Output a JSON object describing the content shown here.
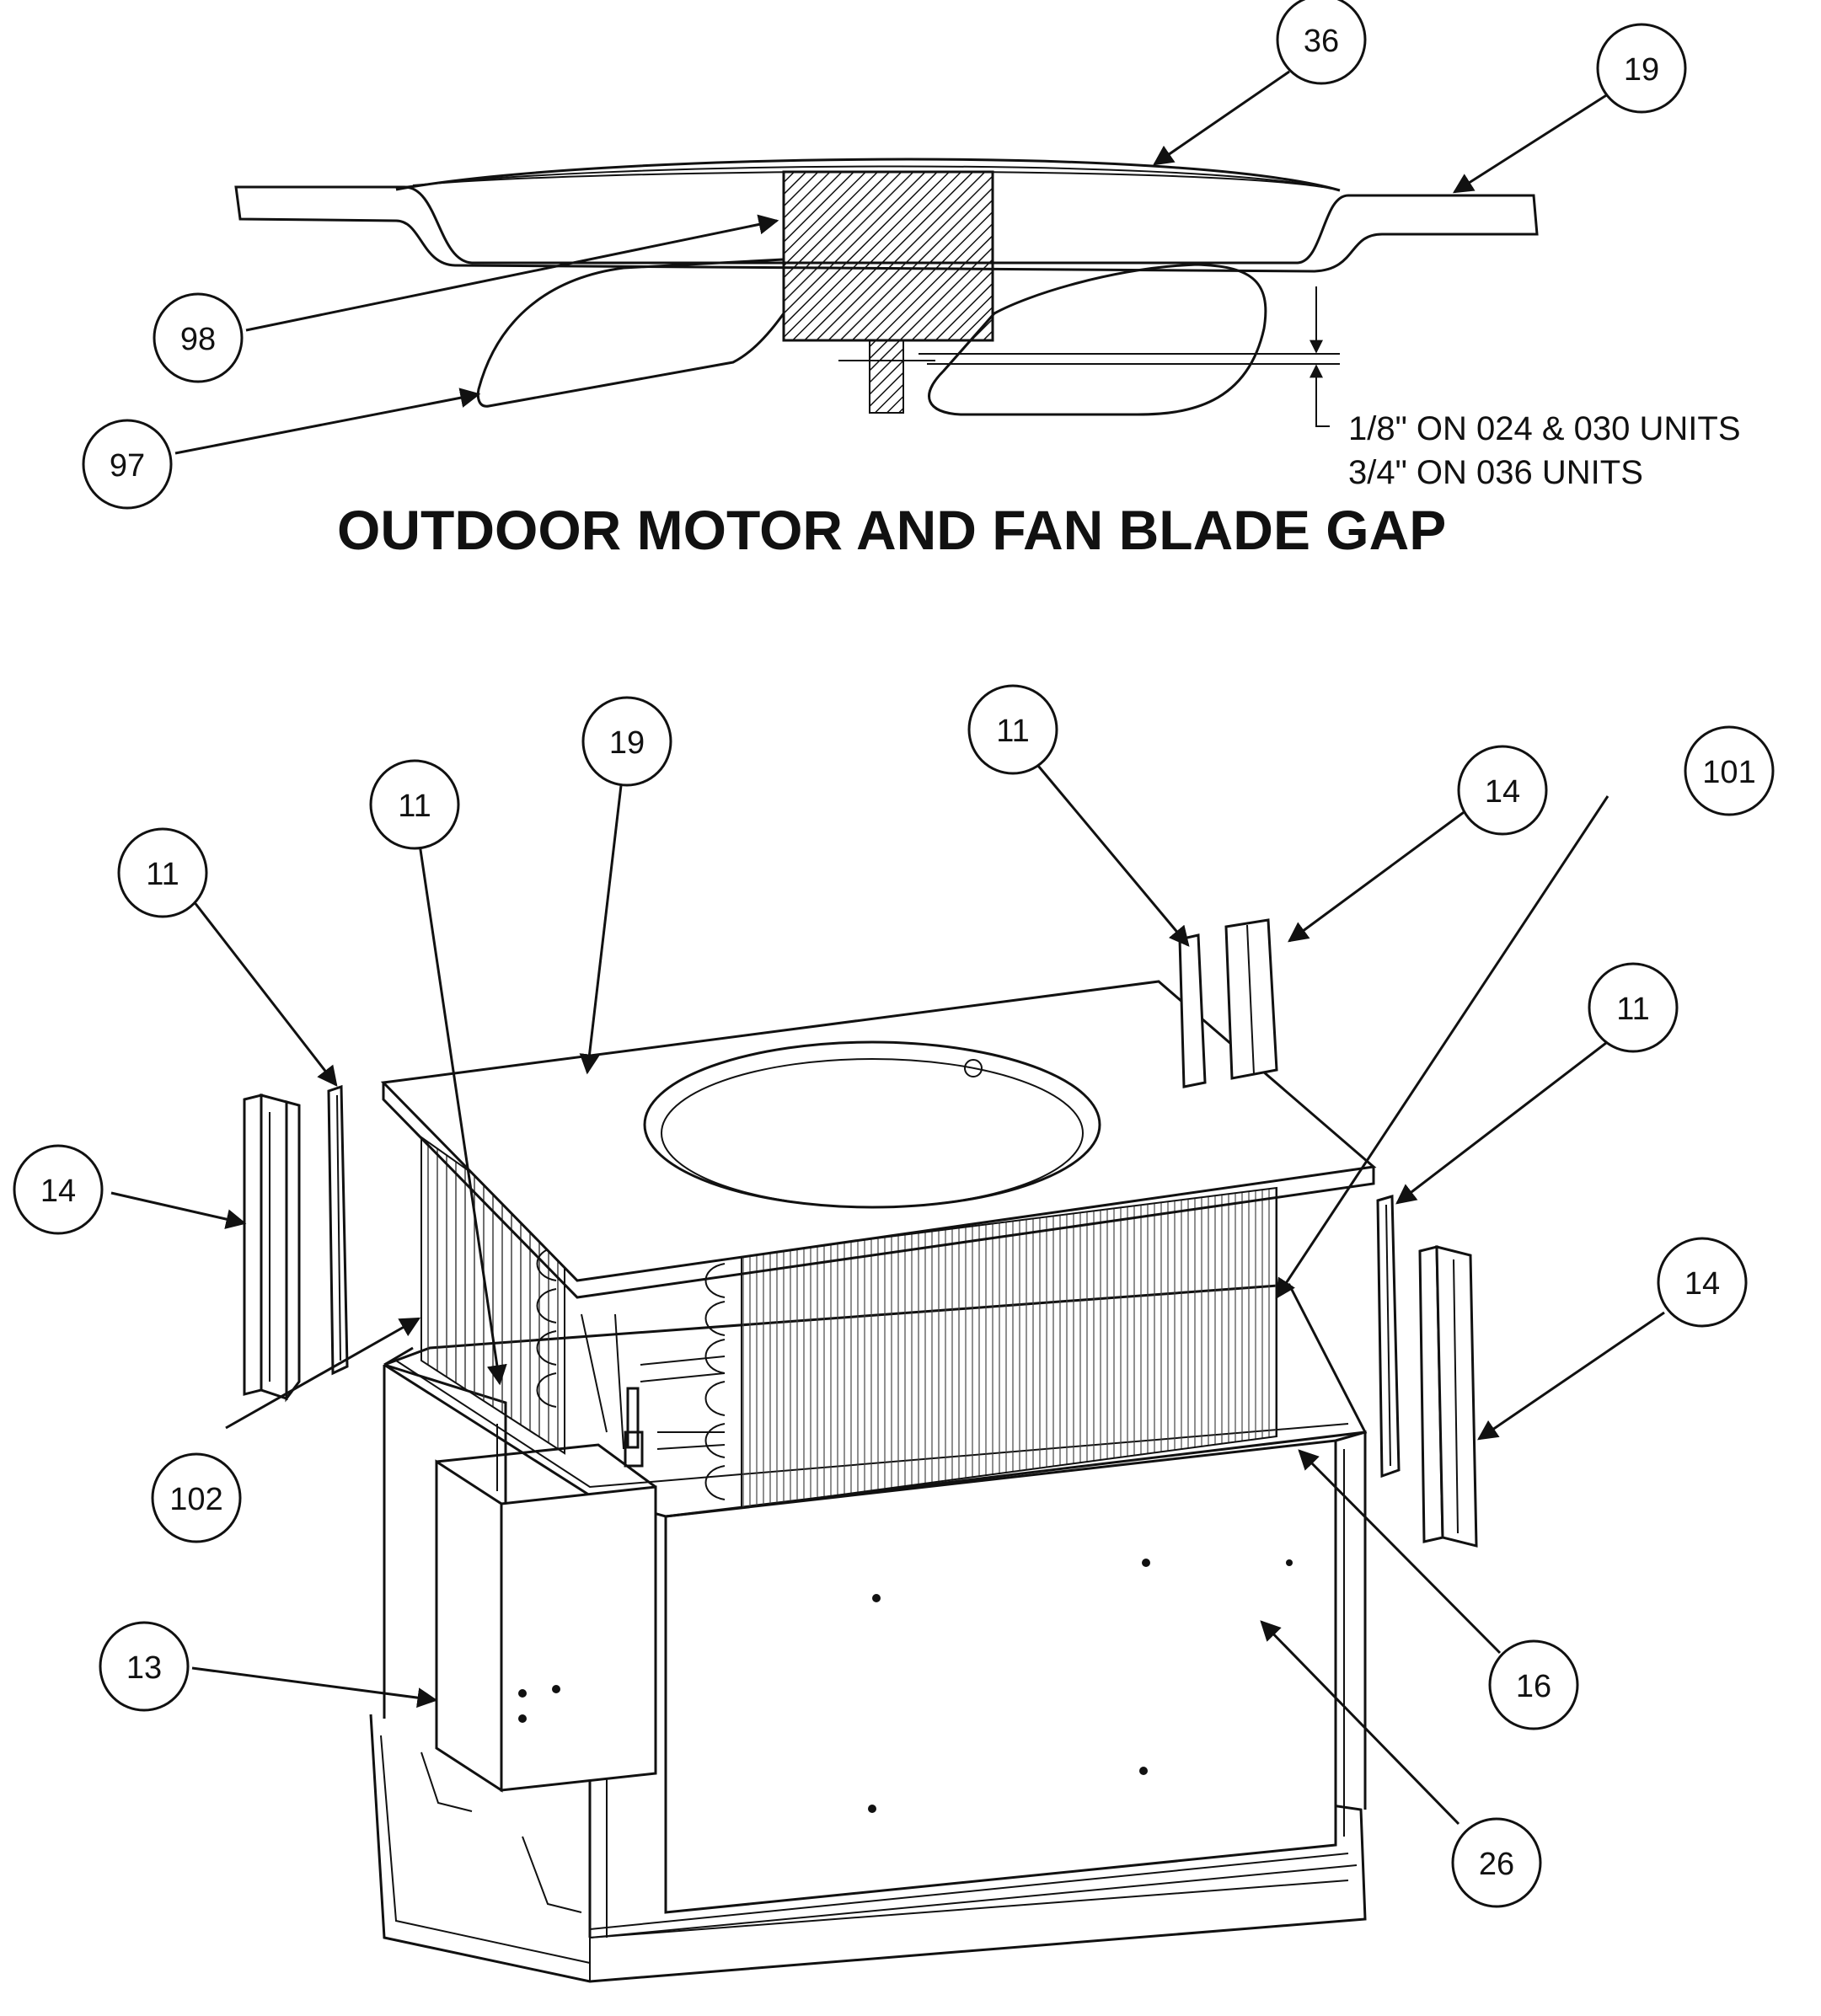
{
  "title": "OUTDOOR MOTOR AND FAN BLADE GAP",
  "gap_note": {
    "line1": "1/8\" ON 024 & 030 UNITS",
    "line2": "3/4\" ON 036 UNITS"
  },
  "callouts": {
    "top_36": "36",
    "top_19": "19",
    "top_98": "98",
    "top_97": "97",
    "exp_19": "19",
    "exp_11_a": "11",
    "exp_11_b": "11",
    "exp_11_c": "11",
    "exp_11_d": "11",
    "exp_14_a": "14",
    "exp_14_b": "14",
    "exp_14_c": "14",
    "exp_101": "101",
    "exp_102": "102",
    "exp_13": "13",
    "exp_16": "16",
    "exp_26": "26"
  }
}
